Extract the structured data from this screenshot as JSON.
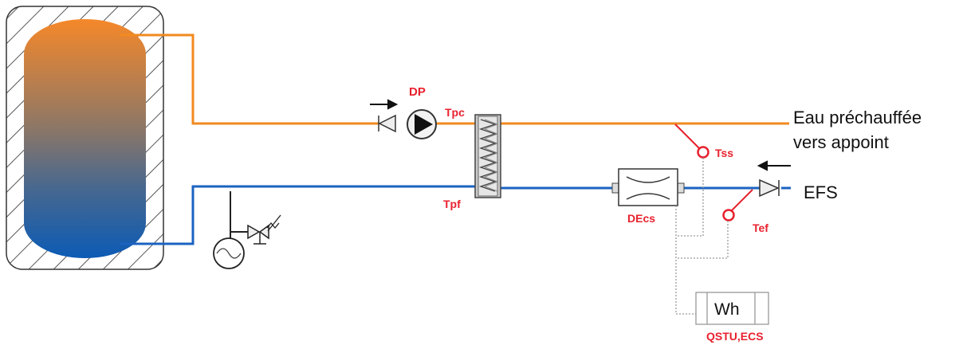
{
  "labels": {
    "pump": "DP",
    "temp_primary_hot": "Tpc",
    "temp_primary_cold": "Tpf",
    "temp_sanitary_out": "Tss",
    "temp_cold_water": "Tef",
    "flow_meter": "DEcs",
    "energy_meter_unit": "Wh",
    "energy_meter_name": "QSTU,ECS",
    "outlet_line1": "Eau préchauffée",
    "outlet_line2": "vers appoint",
    "inlet": "EFS"
  },
  "colors": {
    "hot_pipe": "#f28a1f",
    "cold_pipe": "#1b63c1",
    "sensor": "#e8212e",
    "signal_wire": "#9a9a9a",
    "hatch": "#555555"
  }
}
